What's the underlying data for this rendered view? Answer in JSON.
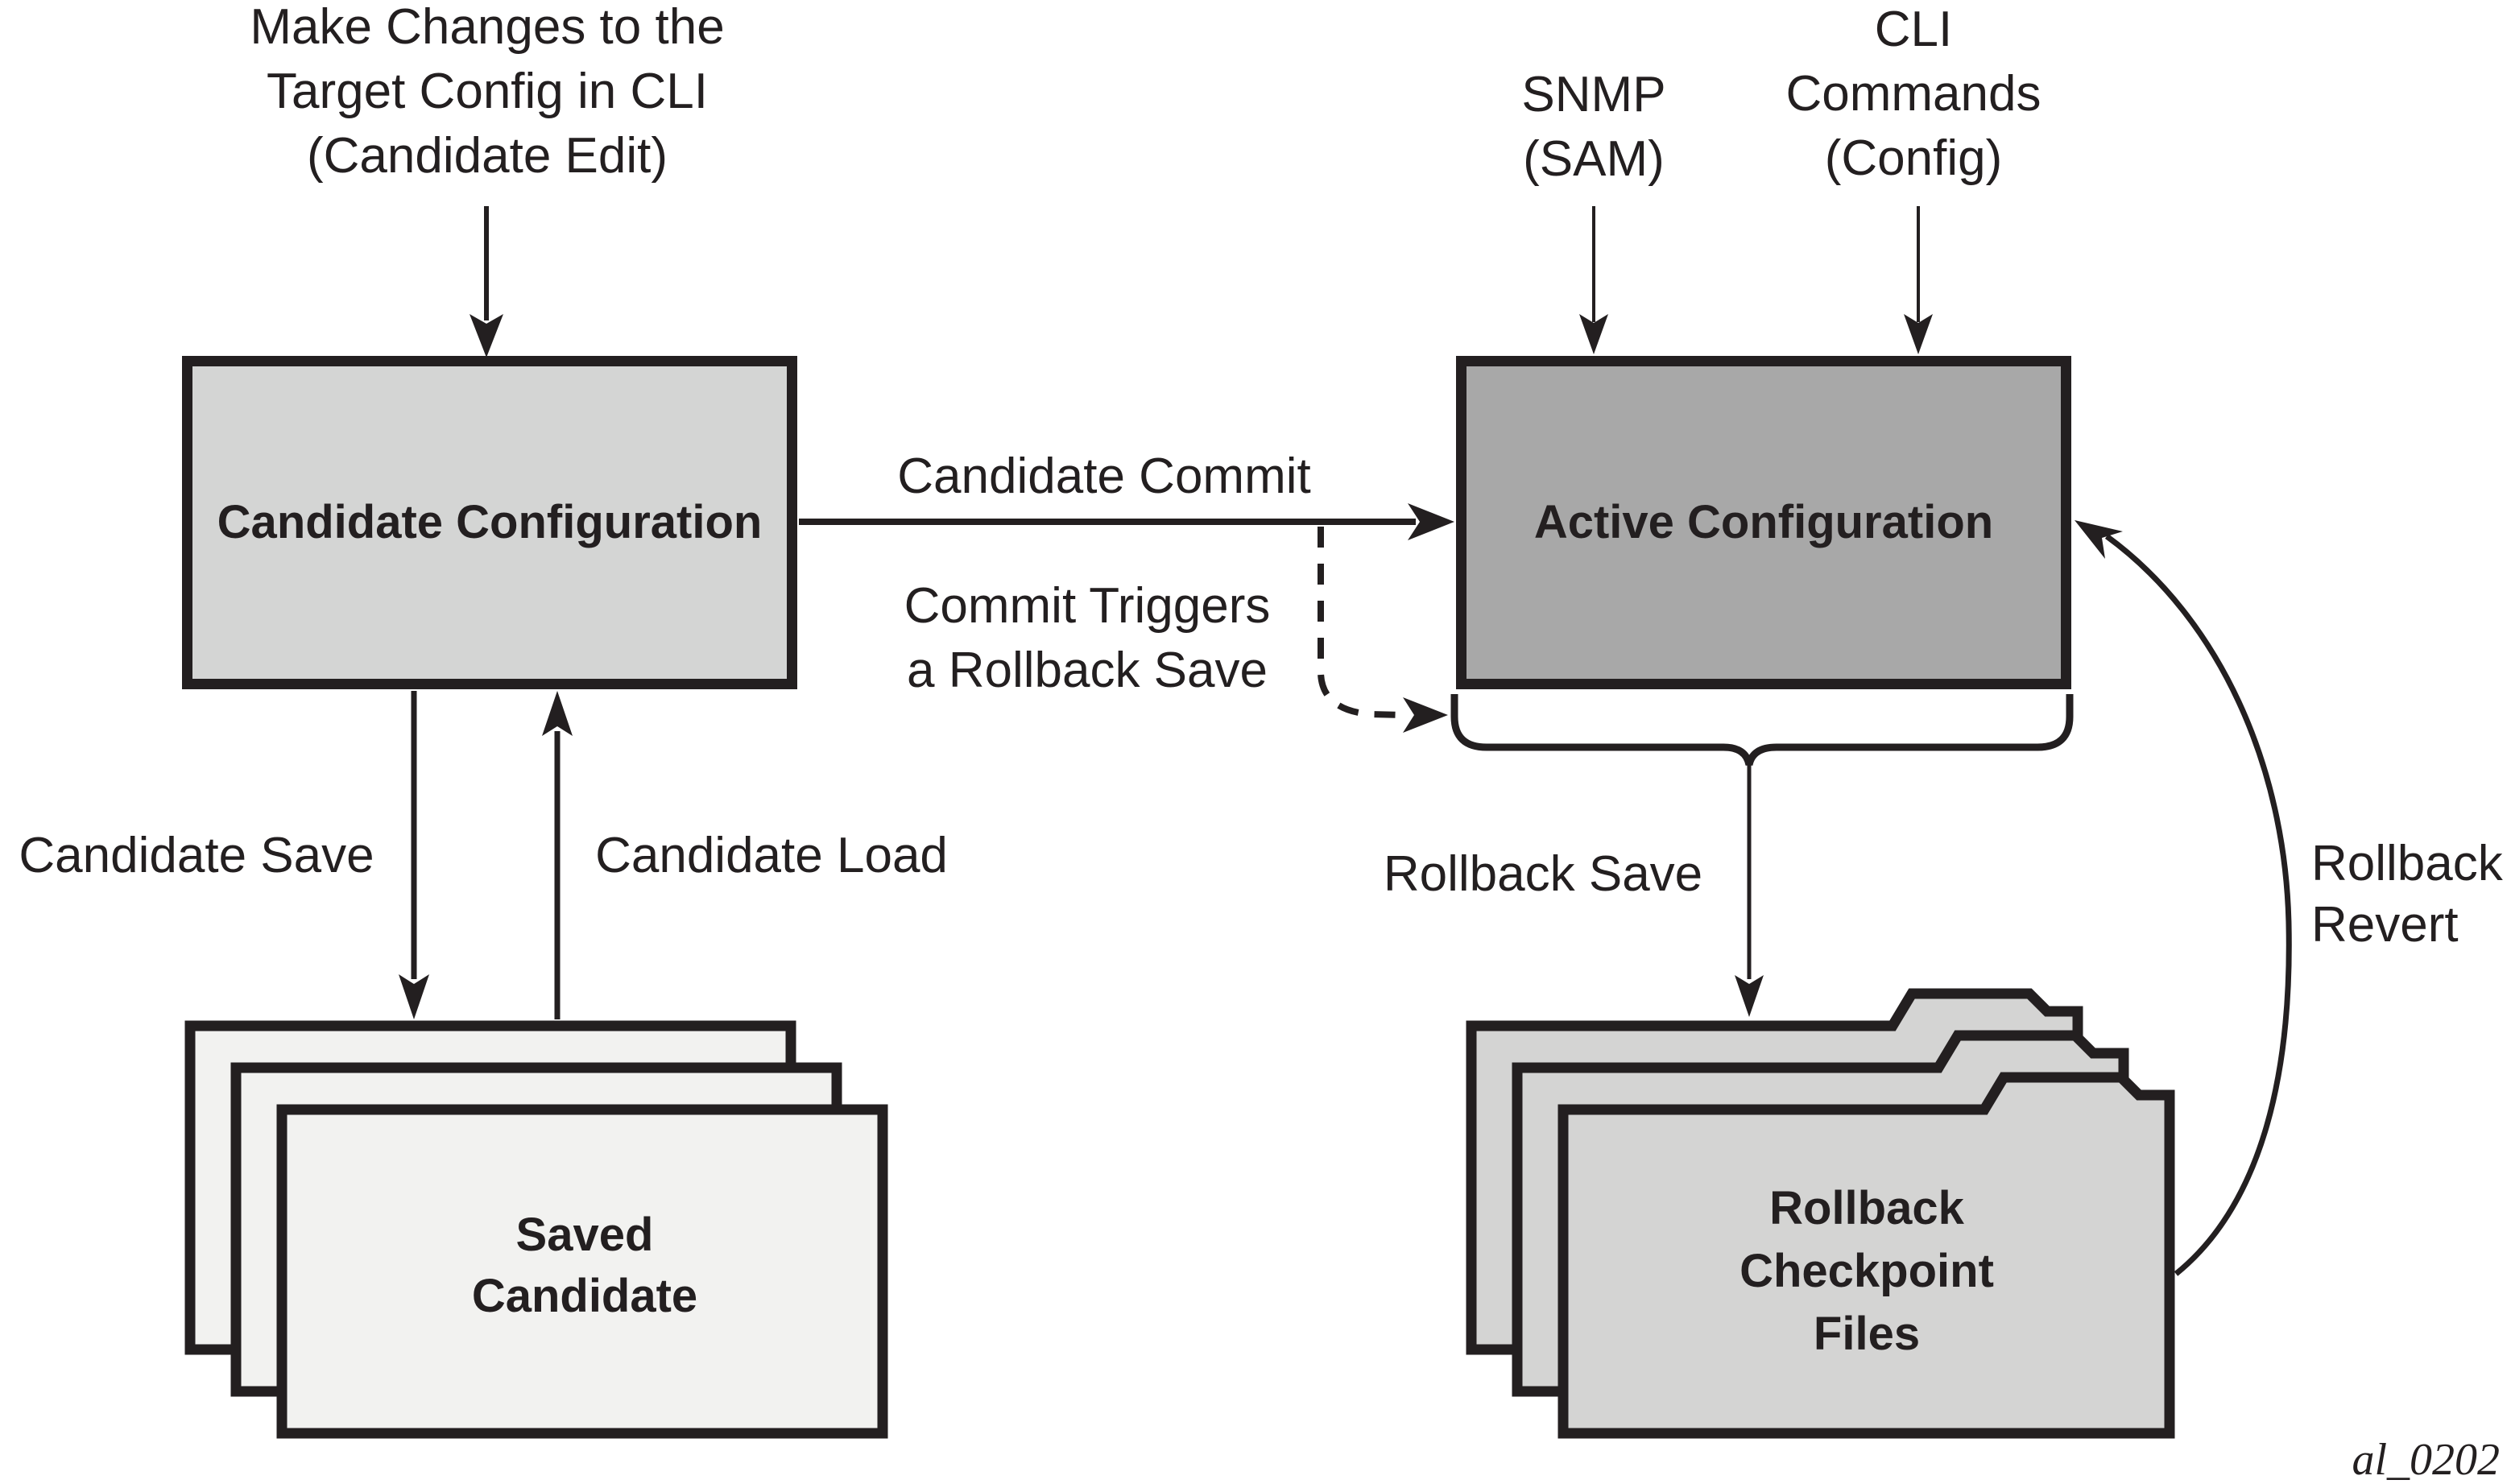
{
  "diagram": {
    "title_note": {
      "lines": [
        "Make Changes to the",
        "Target Config in CLI",
        "(Candidate Edit)"
      ]
    },
    "inputs": {
      "snmp": {
        "lines": [
          "SNMP",
          "(SAM)"
        ]
      },
      "cli": {
        "lines": [
          "CLI",
          "Commands",
          "(Config)"
        ]
      }
    },
    "nodes": {
      "candidate_configuration": {
        "lines": [
          "Candidate",
          "Configuration"
        ]
      },
      "active_configuration": {
        "lines": [
          "Active",
          "Configuration"
        ]
      },
      "saved_candidate": {
        "lines": [
          "Saved",
          "Candidate"
        ]
      },
      "rollback_checkpoint_files": {
        "lines": [
          "Rollback",
          "Checkpoint",
          "Files"
        ]
      }
    },
    "edges": {
      "candidate_commit": {
        "label": "Candidate Commit"
      },
      "commit_triggers": {
        "lines": [
          "Commit Triggers",
          "a Rollback Save"
        ]
      },
      "candidate_save": {
        "label": "Candidate Save"
      },
      "candidate_load": {
        "label": "Candidate Load"
      },
      "rollback_save": {
        "label": "Rollback Save"
      },
      "rollback_revert": {
        "lines": [
          "Rollback",
          "Revert"
        ]
      }
    },
    "figure_id": "al_0202",
    "colors": {
      "background": "#ffffff",
      "line_and_text": "#231f20",
      "candidate_box_fill": "#d4d5d4",
      "active_box_fill": "#a8a8a8",
      "saved_candidate_fill": "#f2f2f0",
      "rollback_folder_fill": "#d4d4d3"
    }
  }
}
